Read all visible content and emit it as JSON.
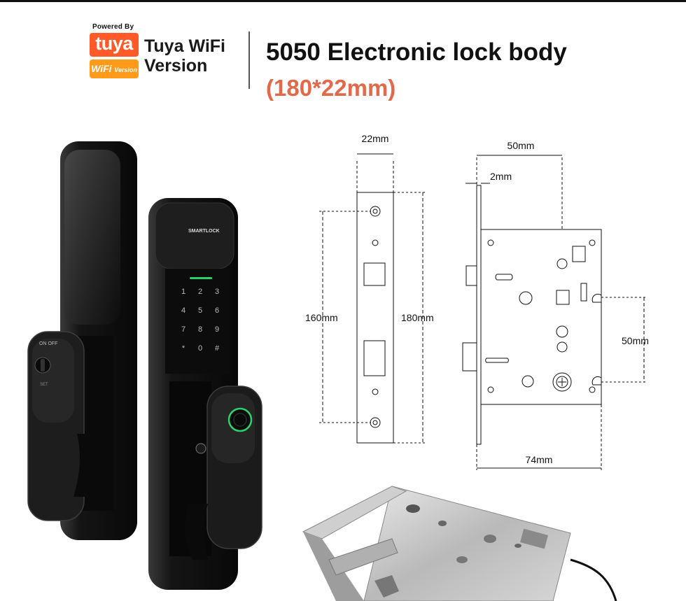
{
  "header": {
    "powered_by": "Powered By",
    "brand": "tuya",
    "brand_badge_a": "WiFi",
    "brand_badge_b": "Version",
    "version_line1": "Tuya WiFi",
    "version_line2": "Version",
    "title": "5050 Electronic lock body",
    "subtitle": "(180*22mm)"
  },
  "lock": {
    "front_label": "SMARTLOCK",
    "keypad": [
      "1",
      "2",
      "3",
      "4",
      "5",
      "6",
      "7",
      "8",
      "9",
      "*",
      "0",
      "#"
    ],
    "switch_label": "ON OFF",
    "set_label": "SET"
  },
  "diagram": {
    "d_faceplate_width": "22mm",
    "d_case_depth": "50mm",
    "d_plate_thickness": "2mm",
    "d_inner": "160mm",
    "d_outer": "180mm",
    "d_center": "50mm",
    "d_case_width": "74mm"
  },
  "colors": {
    "accent": "#e26a4a",
    "tuya_orange": "#ff5a28",
    "wifi_orange": "#ff9a1a",
    "lock_body": "#141414"
  }
}
